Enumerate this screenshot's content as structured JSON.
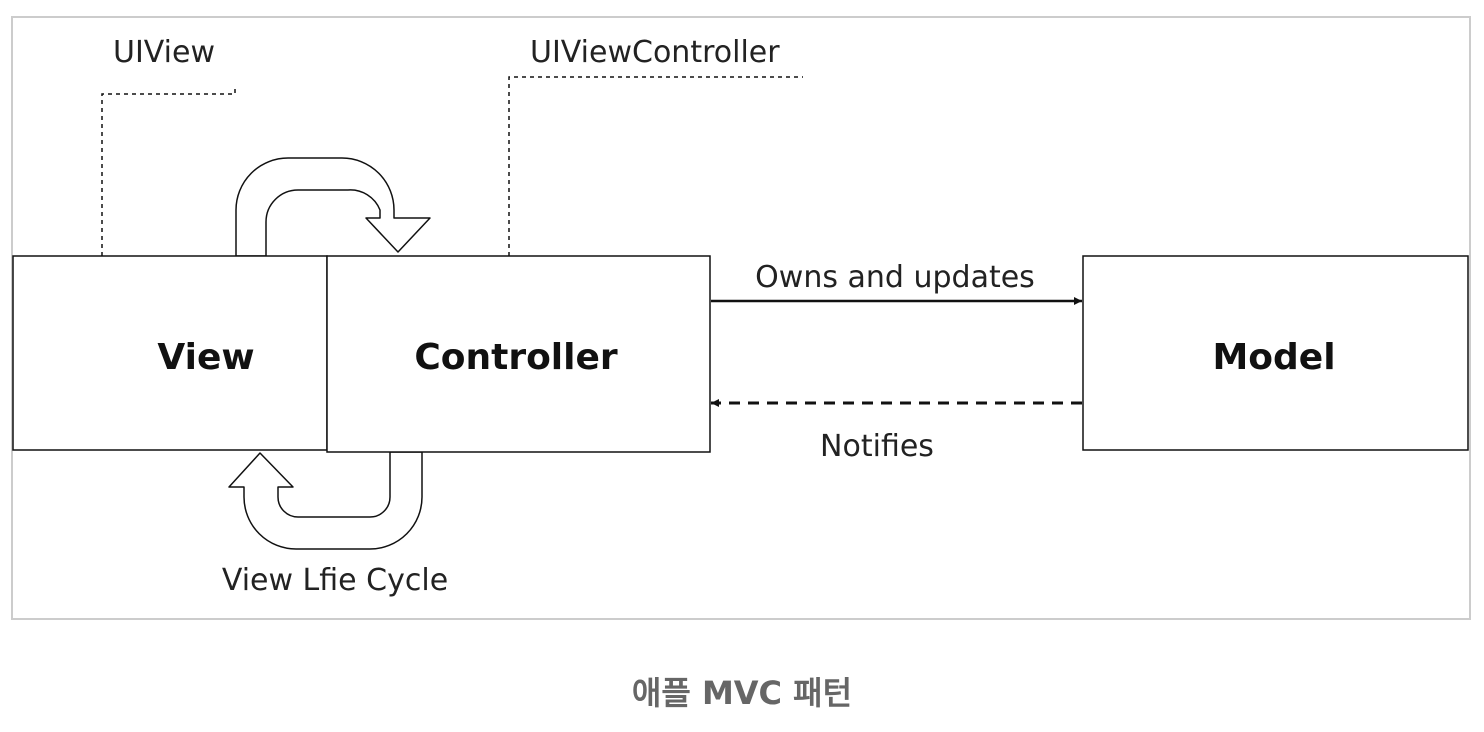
{
  "diagram": {
    "boxes": {
      "view": "View",
      "controller": "Controller",
      "model": "Model"
    },
    "labels": {
      "uiview": "UIView",
      "uiviewcontroller": "UIViewController",
      "owns_and_updates": "Owns and updates",
      "notifies": "Notifies",
      "view_life_cycle": "View Lfie Cycle"
    }
  },
  "caption": "애플 MVC 패턴",
  "colors": {
    "stroke": "#111111",
    "frame": "#cccccc",
    "caption": "#666666"
  },
  "icons": [
    "curved-arrow-icon",
    "arrowhead-icon"
  ]
}
